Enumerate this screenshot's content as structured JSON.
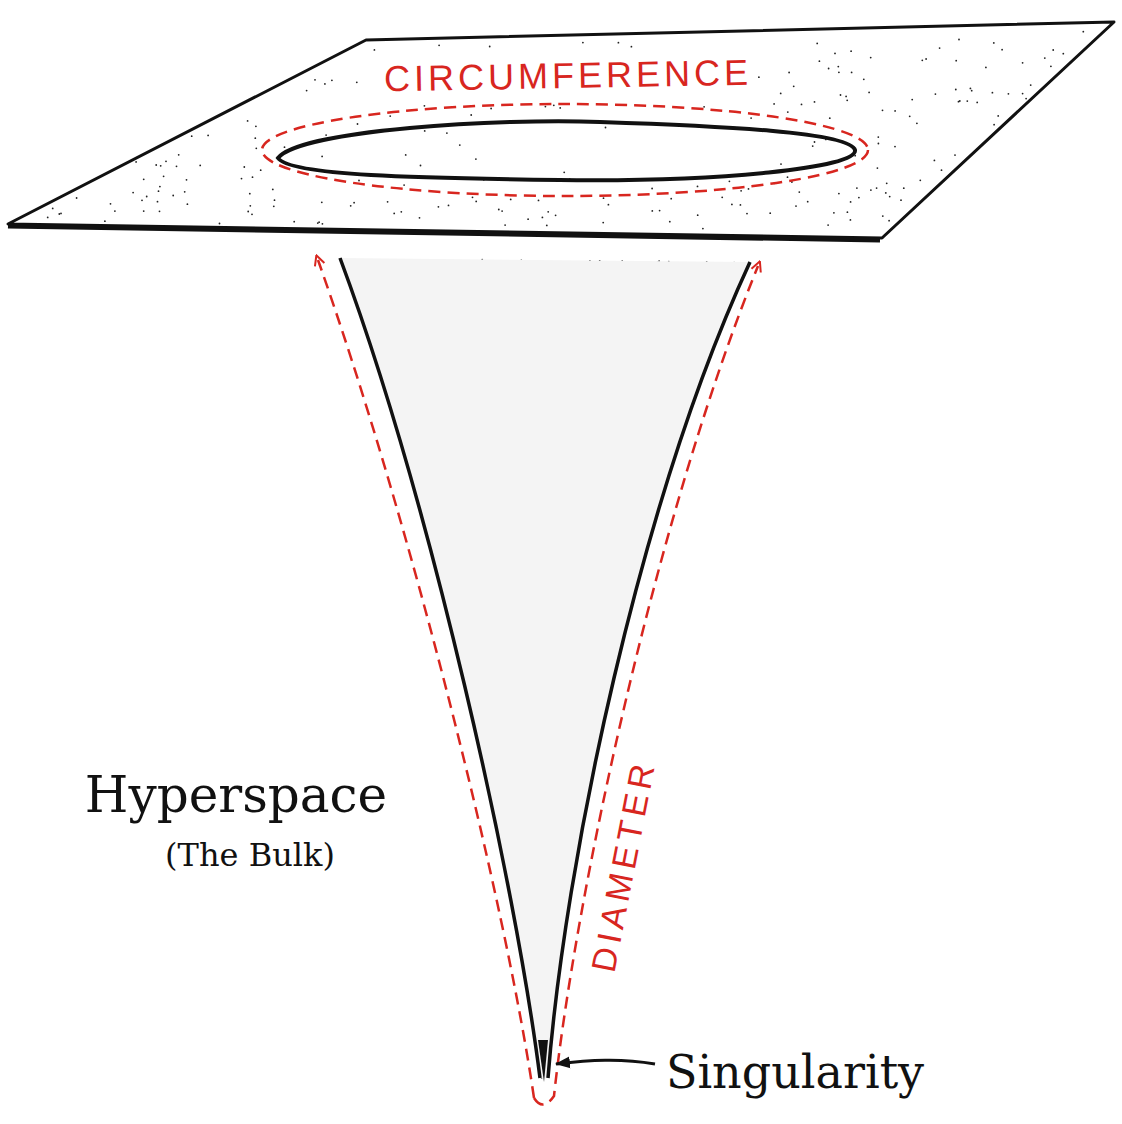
{
  "diagram": {
    "labels": [
      "CIRCUMFERENCE",
      "DIAMETER",
      "Hyperspace",
      "(The Bulk)",
      "Singularity"
    ]
  }
}
